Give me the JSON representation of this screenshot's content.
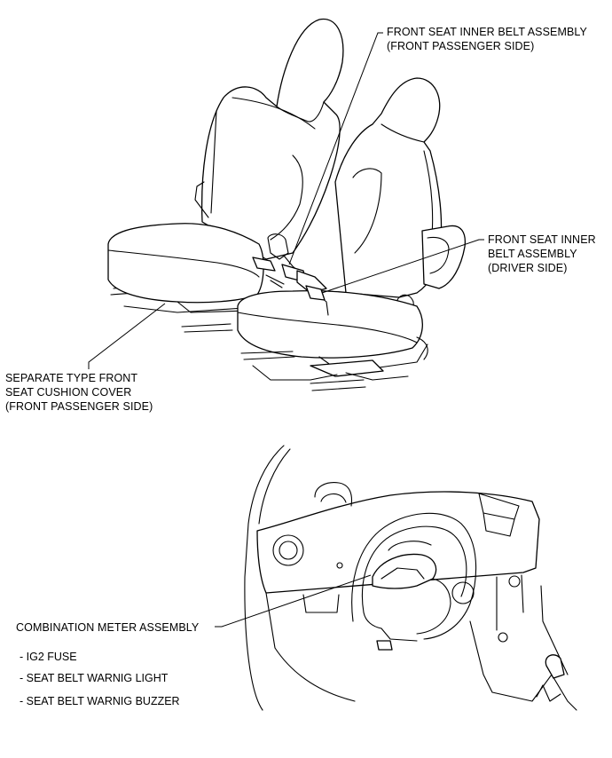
{
  "labels": {
    "passenger_belt": [
      "FRONT SEAT INNER BELT ASSEMBLY",
      "(FRONT PASSENGER SIDE)"
    ],
    "driver_belt": [
      "FRONT SEAT INNER",
      "BELT ASSEMBLY",
      "(DRIVER SIDE)"
    ],
    "cushion_cover": [
      "SEPARATE TYPE FRONT",
      "SEAT CUSHION COVER",
      "(FRONT PASSENGER SIDE)"
    ],
    "combination_meter": "COMBINATION METER ASSEMBLY",
    "meter_items": [
      "- IG2 FUSE",
      "- SEAT BELT WARNIG LIGHT",
      "- SEAT BELT WARNIG BUZZER"
    ]
  }
}
